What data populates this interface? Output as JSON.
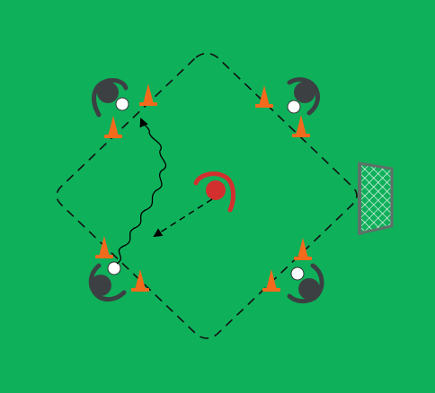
{
  "diagram": {
    "type": "soccer-drill",
    "field_color": "#0fb05a",
    "boundary": "dashed diamond",
    "cone_color": "#f26a1b",
    "player_color": "#3c4043",
    "coach_color": "#d32f2f",
    "ball_color": "#ffffff",
    "arrow_color": "#000000",
    "goal_color": "#607068",
    "stations": [
      {
        "id": "top-left",
        "cones": 2,
        "player": true,
        "ball": true
      },
      {
        "id": "top-right",
        "cones": 2,
        "player": true,
        "ball": true
      },
      {
        "id": "bottom-left",
        "cones": 2,
        "player": true,
        "ball": true
      },
      {
        "id": "bottom-right",
        "cones": 2,
        "player": true,
        "ball": true
      }
    ],
    "moves": [
      {
        "type": "dribble",
        "from": "bottom-left",
        "to": "top-left",
        "line": "wavy"
      },
      {
        "type": "pass",
        "from": "coach",
        "to": "bottom-left",
        "line": "dashed"
      }
    ],
    "goal": {
      "side": "right"
    }
  }
}
